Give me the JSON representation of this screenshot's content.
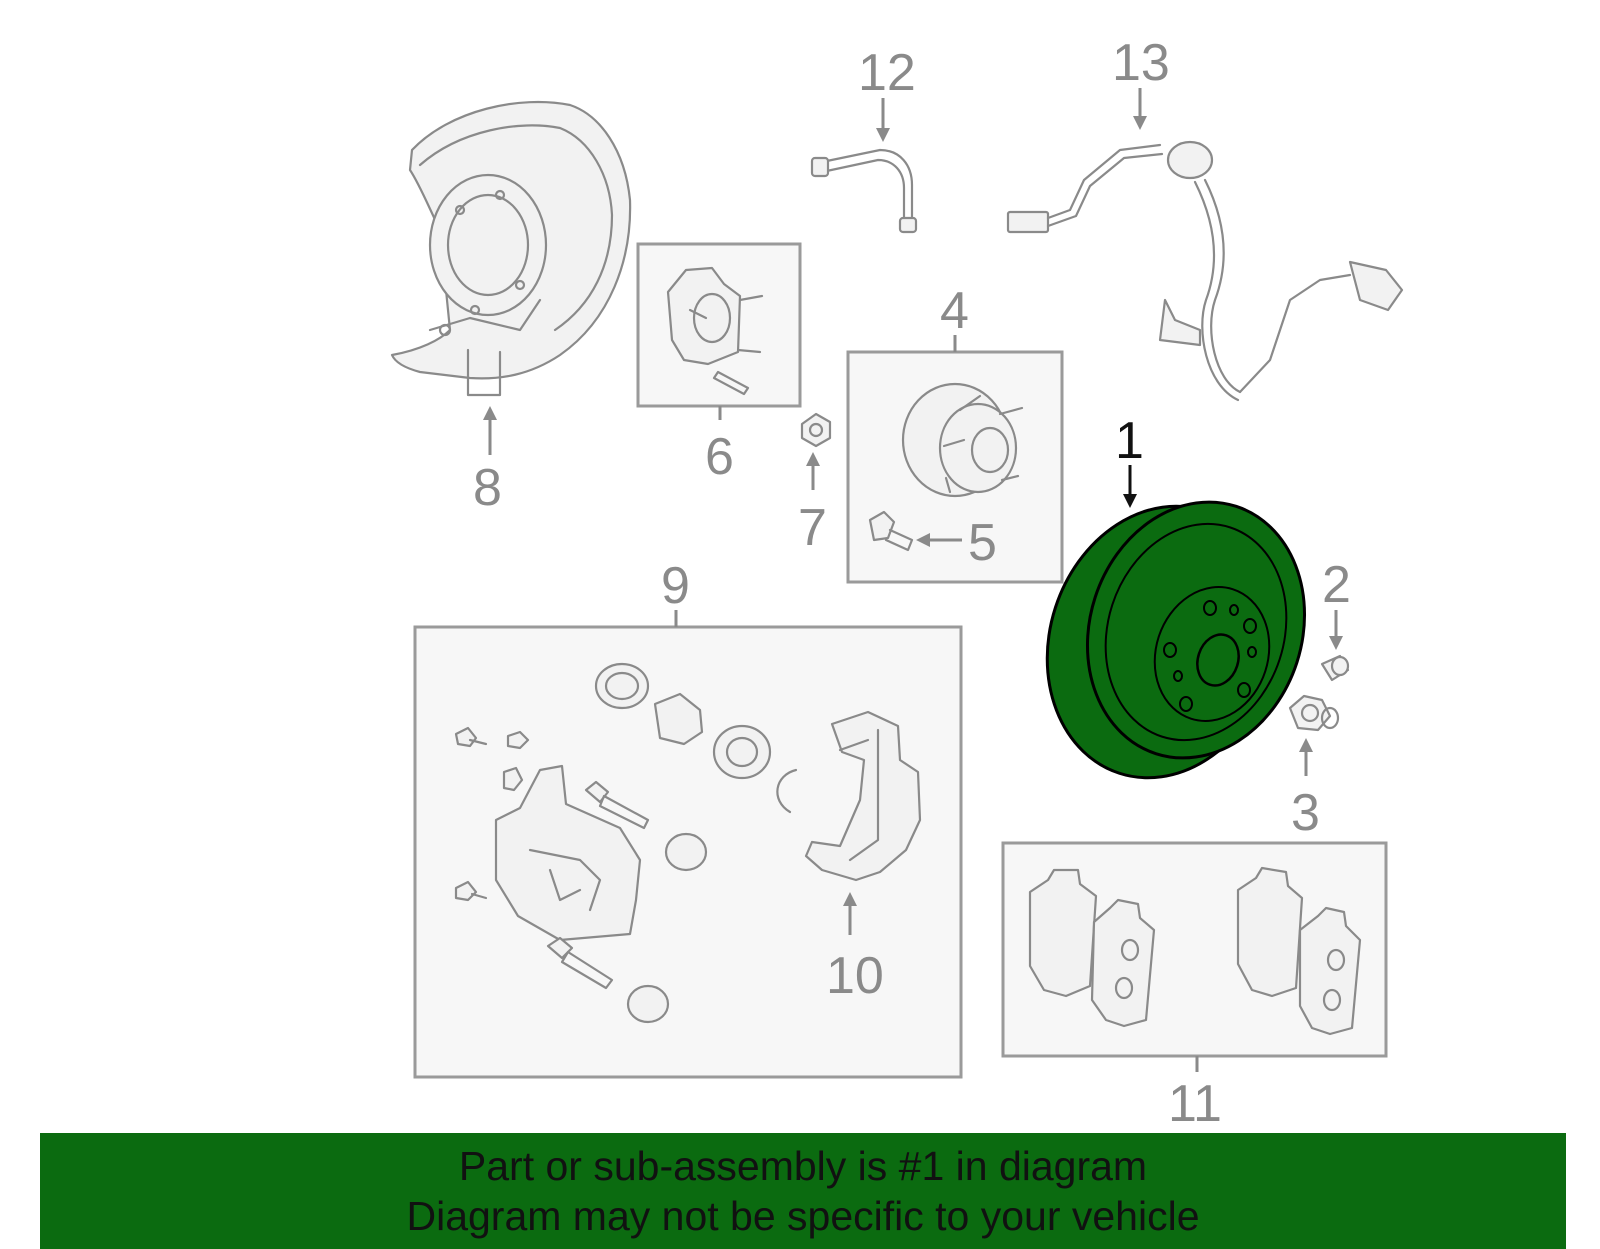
{
  "callouts": {
    "c1": "1",
    "c2": "2",
    "c3": "3",
    "c4": "4",
    "c5": "5",
    "c6": "6",
    "c7": "7",
    "c8": "8",
    "c9": "9",
    "c10": "10",
    "c11": "11",
    "c12": "12",
    "c13": "13"
  },
  "highlight": {
    "part": "1",
    "color": "#0b6b10"
  },
  "banner": {
    "line1": "Part or sub-assembly is #1 in diagram",
    "line2": "Diagram may not be specific to your vehicle",
    "background": "#0b6b10"
  }
}
